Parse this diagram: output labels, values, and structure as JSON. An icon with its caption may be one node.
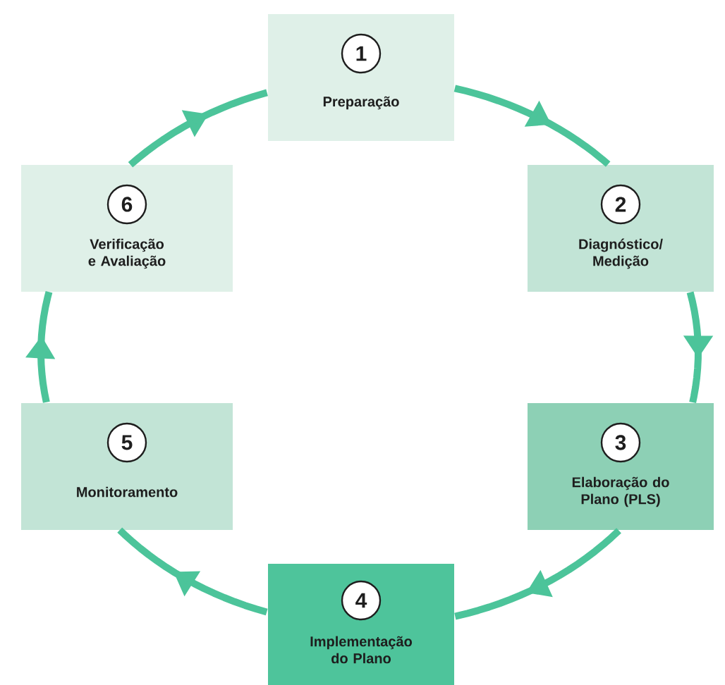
{
  "diagram": {
    "nodes": [
      {
        "text": [
          "1",
          "Preparação"
        ]
      },
      {
        "text": [
          "2",
          "Diagnóstico/ Medição"
        ]
      },
      {
        "text": [
          "3",
          "Elaboração do Plano (PLS)"
        ]
      },
      {
        "text": [
          "4",
          "Implementação do Plano"
        ]
      },
      {
        "text": [
          "5",
          "Monitoramento"
        ]
      },
      {
        "text": [
          "6",
          "Verificação e Avaliação"
        ]
      }
    ],
    "edges": [
      {
        "from": 0,
        "to": 1,
        "arrow": "to"
      },
      {
        "from": 1,
        "to": 2,
        "arrow": "to"
      },
      {
        "from": 2,
        "to": 3,
        "arrow": "to"
      },
      {
        "from": 3,
        "to": 4,
        "arrow": "to"
      },
      {
        "from": 4,
        "to": 5,
        "arrow": "to"
      },
      {
        "from": 5,
        "to": 0,
        "arrow": "to"
      }
    ]
  }
}
